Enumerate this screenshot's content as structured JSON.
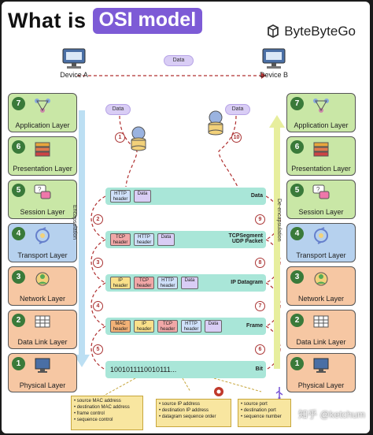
{
  "header": {
    "title_prefix": "What is",
    "title_highlight": "OSI model",
    "brand": "ByteByteGo"
  },
  "devices": {
    "a": "Device A",
    "b": "Device B",
    "top_data": "Data",
    "left_data": "Data",
    "right_data": "Data"
  },
  "layers": [
    {
      "num": "7",
      "label": "Application Layer",
      "icon": "network-nodes-icon",
      "color": "#c9e7a6"
    },
    {
      "num": "6",
      "label": "Presentation Layer",
      "icon": "stacked-layers-icon",
      "color": "#c9e7a6"
    },
    {
      "num": "5",
      "label": "Session Layer",
      "icon": "chat-bubble-icon",
      "color": "#c9e7a6"
    },
    {
      "num": "4",
      "label": "Transport Layer",
      "icon": "transport-cycle-icon",
      "color": "#b6d1ee"
    },
    {
      "num": "3",
      "label": "Network Layer",
      "icon": "network-globe-icon",
      "color": "#f6c7a3"
    },
    {
      "num": "2",
      "label": "Data Link Layer",
      "icon": "data-link-grid-icon",
      "color": "#f6c7a3"
    },
    {
      "num": "1",
      "label": "Physical Layer",
      "icon": "monitor-icon",
      "color": "#f6c7a3"
    }
  ],
  "side_labels": {
    "left": "Encapsulation",
    "right": "De-encapsulation"
  },
  "packet_rows": [
    {
      "chips": [
        "HTTP header",
        "Data"
      ],
      "label": "Data"
    },
    {
      "chips": [
        "TCP header",
        "HTTP header",
        "Data"
      ],
      "label": "TCPSegment UDP Packet"
    },
    {
      "chips": [
        "IP header",
        "TCP header",
        "HTTP header",
        "Data"
      ],
      "label": "IP Datagram"
    },
    {
      "chips": [
        "MAC header",
        "IP header",
        "TCP header",
        "HTTP header",
        "Data"
      ],
      "label": "Frame"
    },
    {
      "chips": [
        "1001011110010111..."
      ],
      "label": "Bit"
    }
  ],
  "step_numbers": {
    "left": [
      "1",
      "2",
      "3",
      "4",
      "5"
    ],
    "right": [
      "10",
      "9",
      "8",
      "7",
      "6"
    ]
  },
  "info_boxes": [
    {
      "lines": [
        "• source MAC address",
        "• destination MAC address",
        "• frame control",
        "• sequence control"
      ]
    },
    {
      "lines": [
        "• source IP address",
        "• destination IP address",
        "• datagram sequence order"
      ]
    },
    {
      "lines": [
        "• source port",
        "• destination port",
        "• sequence number"
      ]
    }
  ],
  "watermark": "知乎 @ketchum"
}
